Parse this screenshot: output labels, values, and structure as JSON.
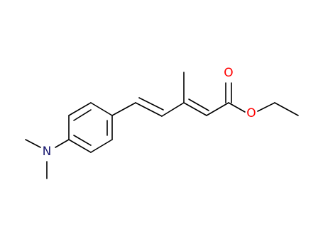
{
  "molecule": {
    "atoms": [
      {
        "id": "N1",
        "label": "N",
        "color": "#191970"
      },
      {
        "id": "O1",
        "label": "O",
        "color": "#ff0000"
      },
      {
        "id": "O2",
        "label": "O",
        "color": "#ff0000"
      }
    ],
    "colors": {
      "bond": "#000000",
      "nitrogen": "#191970",
      "oxygen": "#ff0000"
    }
  }
}
